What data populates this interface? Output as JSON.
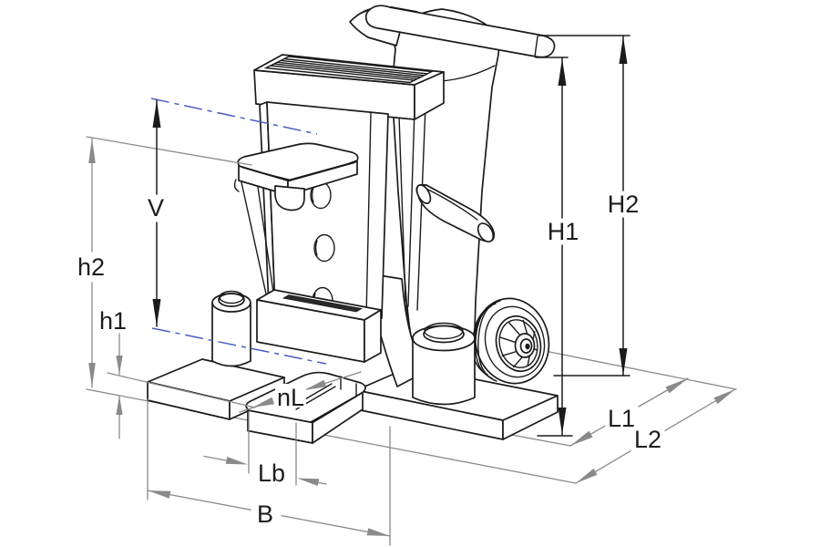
{
  "diagram": {
    "description": "Isometric technical line drawing of a hydraulic toe jack with dimension annotations",
    "colors": {
      "line": "#1b1b1b",
      "dimension_lines": "#8a8a8a",
      "centerline_blue": "#4a5cc4",
      "background": "#ffffff"
    },
    "dims": {
      "V": {
        "label": "V"
      },
      "h2": {
        "label": "h2"
      },
      "h1": {
        "label": "h1"
      },
      "nL": {
        "label": "nL"
      },
      "Lb": {
        "label": "Lb"
      },
      "B": {
        "label": "B"
      },
      "H1": {
        "label": "H1"
      },
      "H2": {
        "label": "H2"
      },
      "L1": {
        "label": "L1"
      },
      "L2": {
        "label": "L2"
      }
    }
  }
}
